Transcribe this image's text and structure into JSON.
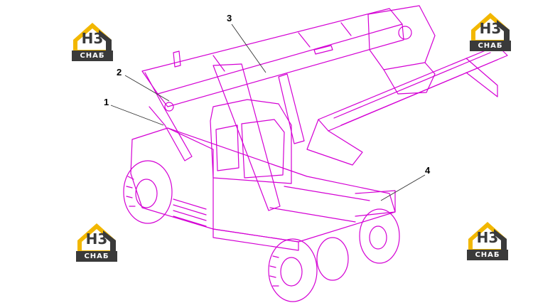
{
  "callouts": [
    {
      "number": "1"
    },
    {
      "number": "2"
    },
    {
      "number": "3"
    },
    {
      "number": "4"
    }
  ],
  "logo": {
    "mark": "H3",
    "band_text": "СНАБ",
    "color_gold": "#f2b700",
    "color_dark": "#3a3a3a",
    "color_band_text": "#ffffff"
  },
  "colors": {
    "line_art": "#d400d4",
    "leader": "#333333"
  }
}
